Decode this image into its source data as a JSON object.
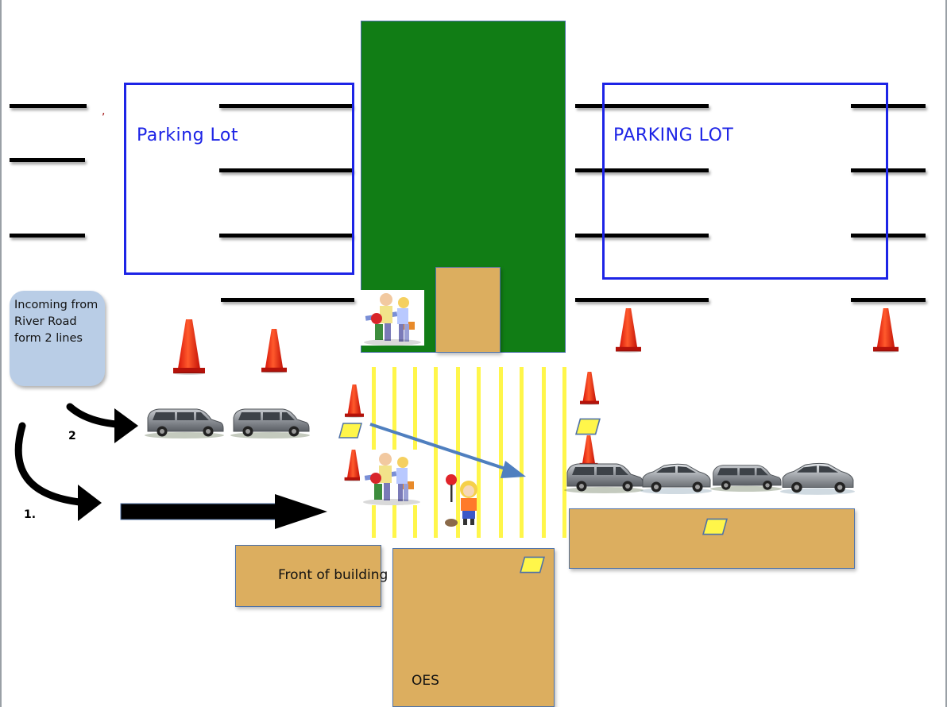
{
  "parking_lot_left": {
    "label": "Parking Lot"
  },
  "parking_lot_right": {
    "label": "PARKING LOT"
  },
  "callout": {
    "text": "Incoming from River Road form 2 lines"
  },
  "lane_labels": {
    "lane_1": "1.",
    "lane_2": "2"
  },
  "front_of_building": {
    "label": "Front of building"
  },
  "oes": {
    "label": "OES"
  },
  "stray_mark": ",",
  "icons": {
    "cone": "traffic-cone-icon",
    "van": "minivan-icon",
    "car": "hatchback-car-icon",
    "crossing_guards": "crossing-guards-icon",
    "crossing_guard_child": "crossing-guard-child-icon",
    "marker": "yellow-marker-icon"
  },
  "colors": {
    "lot_border": "#1d24e6",
    "green_area": "#117d15",
    "building": "#dcae5f",
    "crosswalk": "#fff64a",
    "callout": "#b9cde6",
    "diagonal_arrow": "#4f7fbf"
  }
}
